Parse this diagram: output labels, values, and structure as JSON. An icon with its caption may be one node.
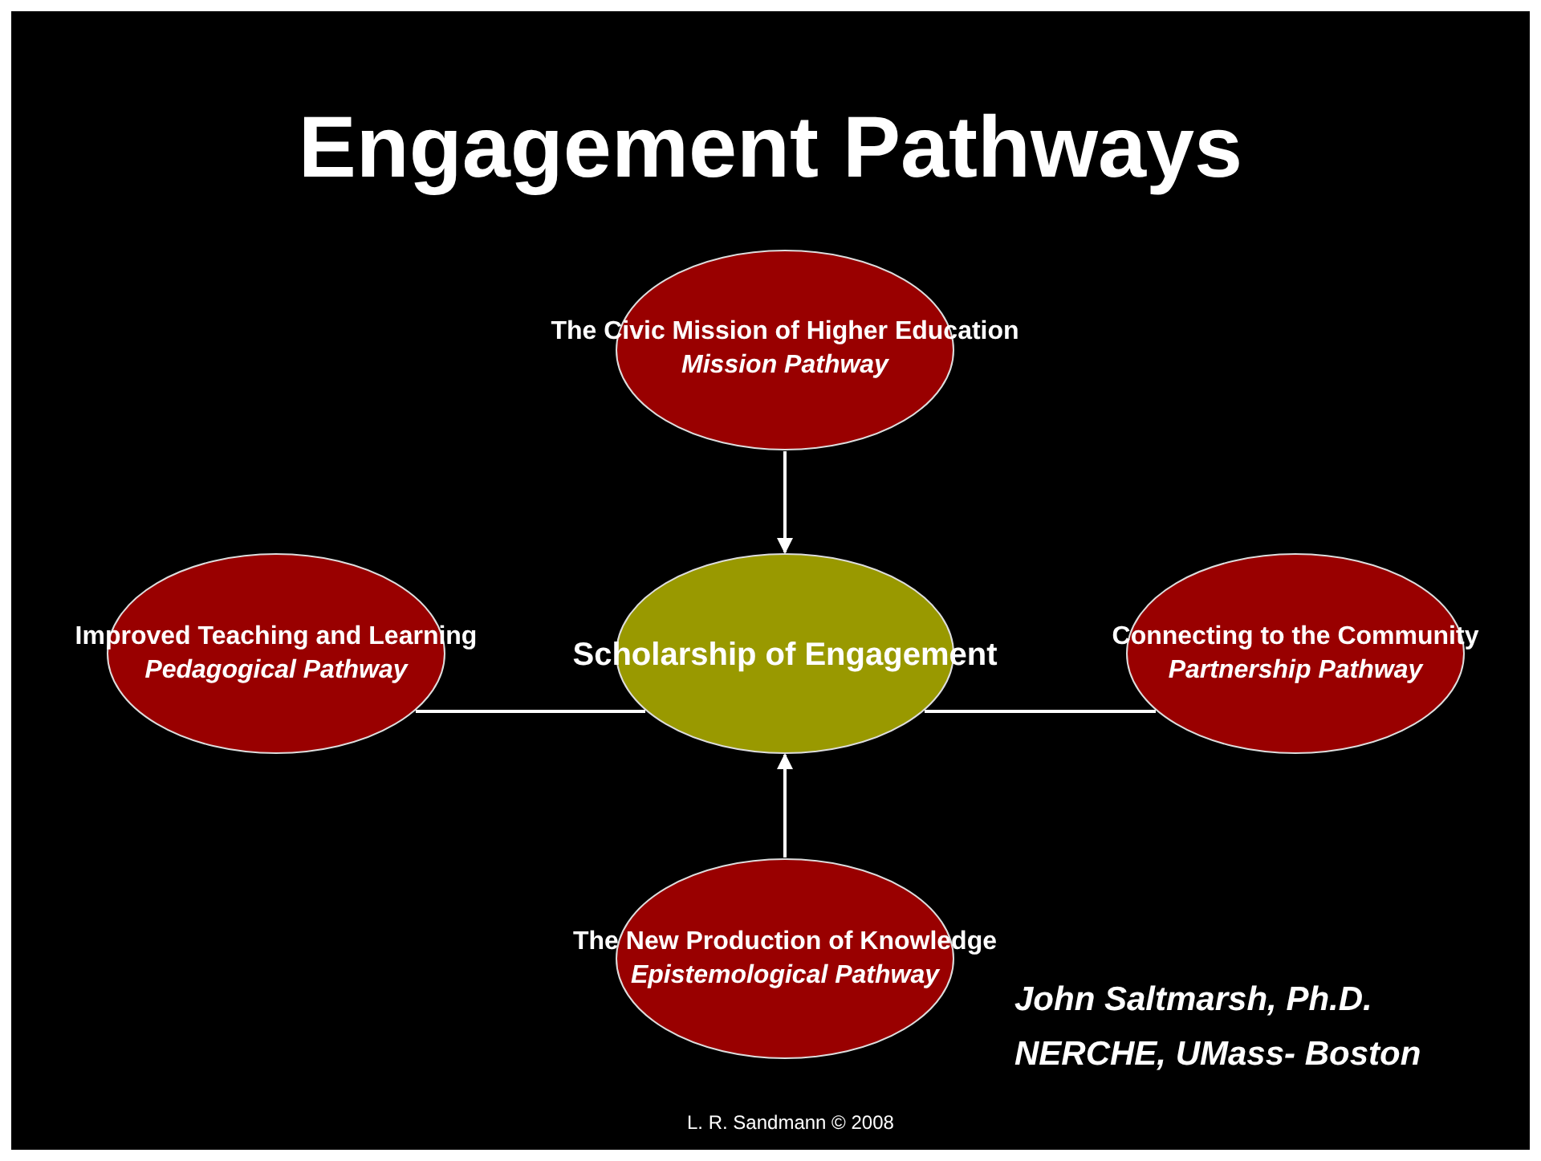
{
  "diagram": {
    "title": "Engagement Pathways",
    "nodes": [
      {
        "text": [
          "The Civic Mission of Higher Education",
          "Mission Pathway"
        ]
      },
      {
        "text": [
          "Scholarship of Engagement"
        ]
      },
      {
        "text": [
          "Improved Teaching and Learning",
          "Pedagogical Pathway"
        ]
      },
      {
        "text": [
          "Connecting to the Community",
          "Partnership Pathway"
        ]
      },
      {
        "text": [
          "The New Production of Knowledge",
          "Epistemological Pathway"
        ]
      }
    ],
    "edges": [
      {
        "from": 0,
        "to": 1,
        "arrow": "to"
      },
      {
        "from": 2,
        "to": 1,
        "arrow": "none"
      },
      {
        "from": 3,
        "to": 1,
        "arrow": "none"
      },
      {
        "from": 4,
        "to": 1,
        "arrow": "to"
      }
    ],
    "labels": [
      "John Saltmarsh, Ph.D.",
      "NERCHE, UMass- Boston",
      "L. R. Sandmann © 2008"
    ]
  }
}
